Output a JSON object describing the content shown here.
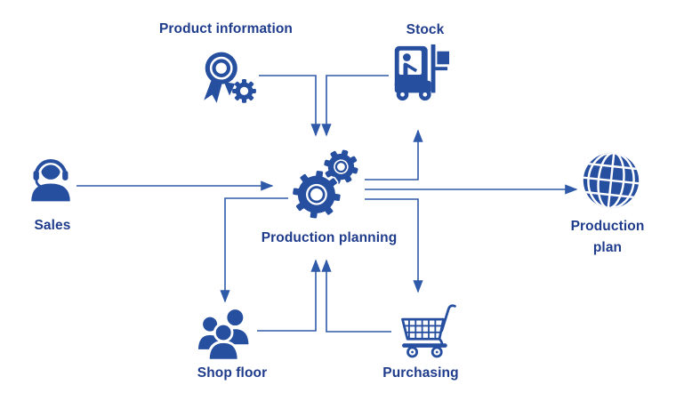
{
  "diagram": {
    "type": "flow-diagram",
    "colors": {
      "icon_blue": "#274FA0",
      "label_navy": "#1F3C8C",
      "arrow_blue": "#2F5AA9",
      "background": "#FFFFFF"
    },
    "nodes": {
      "sales": {
        "label": "Sales",
        "icon": "headset-person-icon"
      },
      "product_information": {
        "label": "Product information",
        "icon": "award-badge-gear-icon"
      },
      "stock": {
        "label": "Stock",
        "icon": "forklift-icon"
      },
      "production_planning": {
        "label": "Production planning",
        "icon": "gears-icon"
      },
      "production_plan": {
        "label": "Production plan",
        "label_line1": "Production",
        "label_line2": "plan",
        "icon": "globe-icon"
      },
      "shop_floor": {
        "label": "Shop floor",
        "icon": "people-group-icon"
      },
      "purchasing": {
        "label": "Purchasing",
        "icon": "shopping-cart-icon"
      }
    },
    "connections": [
      {
        "from": "sales",
        "to": "production_planning"
      },
      {
        "from": "product_information",
        "to": "production_planning"
      },
      {
        "from": "stock",
        "to": "production_planning"
      },
      {
        "from": "production_planning",
        "to": "stock"
      },
      {
        "from": "production_planning",
        "to": "production_plan"
      },
      {
        "from": "production_planning",
        "to": "shop_floor"
      },
      {
        "from": "shop_floor",
        "to": "production_planning"
      },
      {
        "from": "production_planning",
        "to": "purchasing"
      },
      {
        "from": "purchasing",
        "to": "production_planning"
      }
    ]
  }
}
